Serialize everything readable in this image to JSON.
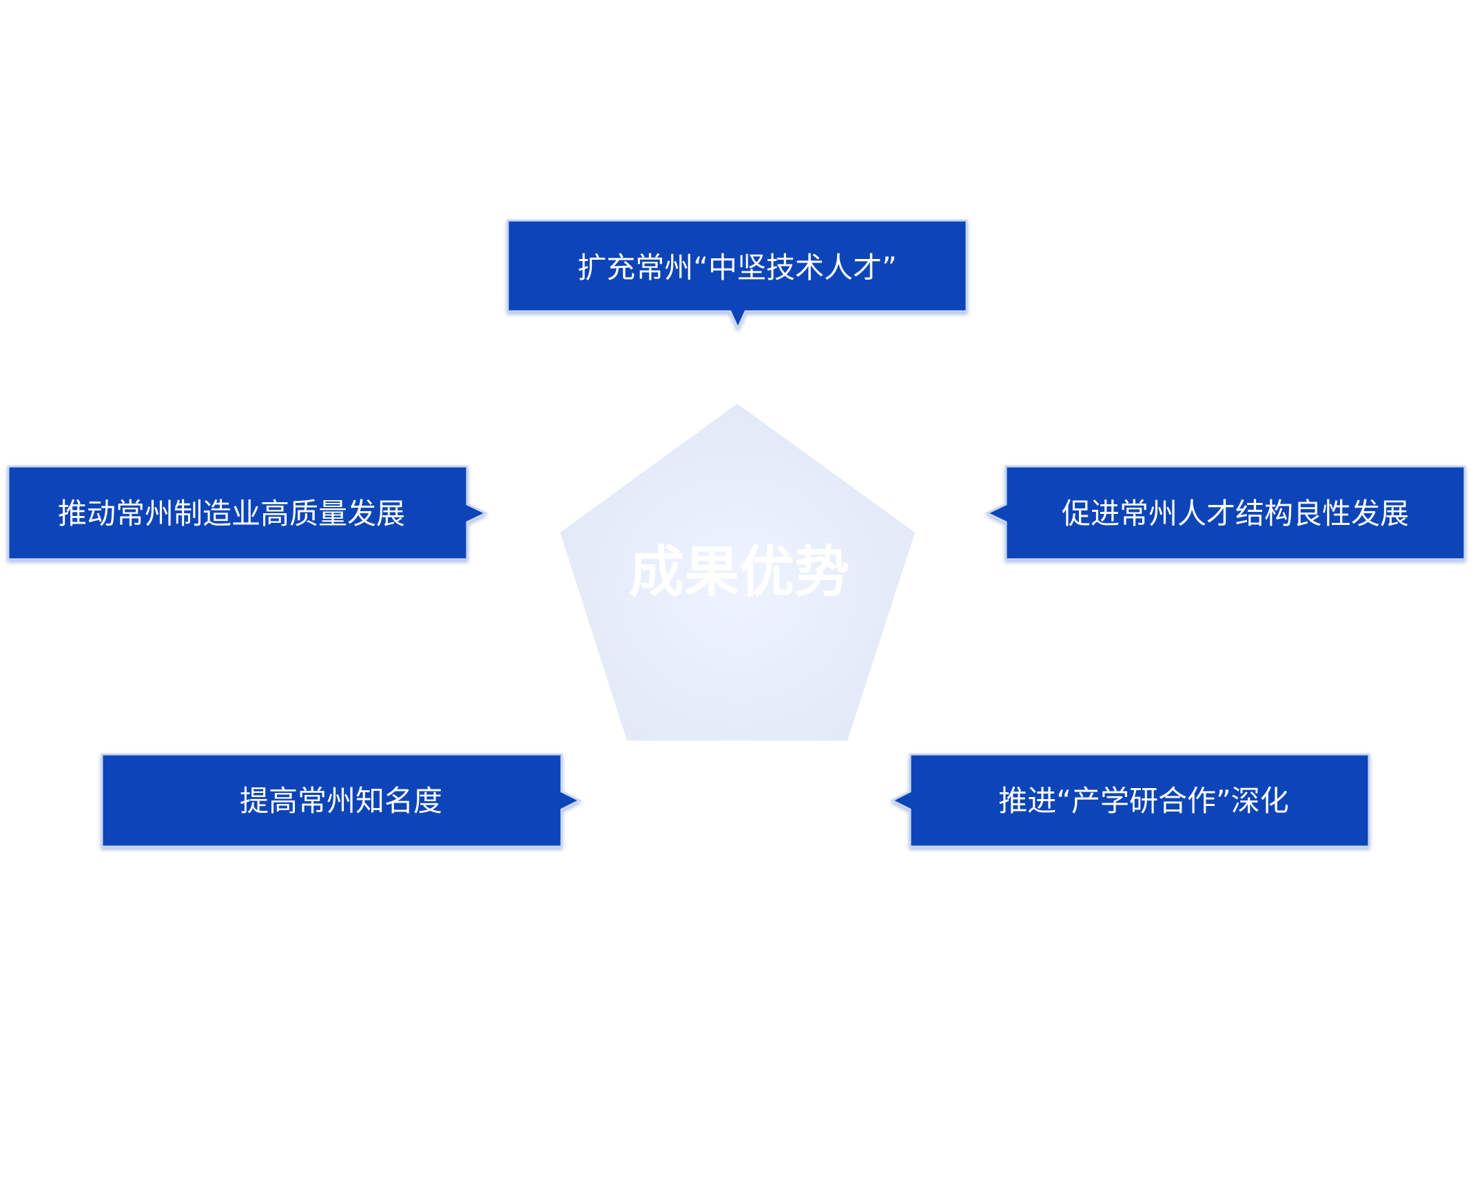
{
  "center": {
    "label": "成果优势"
  },
  "callouts": [
    {
      "id": "top",
      "label": "扩充常州“中坚技术人才”"
    },
    {
      "id": "left",
      "label": "推动常州制造业高质量发展"
    },
    {
      "id": "right",
      "label": "促进常州人才结构良性发展"
    },
    {
      "id": "bottom-left",
      "label": "提高常州知名度"
    },
    {
      "id": "bottom-right",
      "label": "推进“产学研合作”深化"
    }
  ],
  "colors": {
    "callout_fill": "#0f45b8",
    "callout_border": "#c9d6f5",
    "pentagon_center": "#eef3ff",
    "pentagon_edge": "#e1e8f6"
  }
}
